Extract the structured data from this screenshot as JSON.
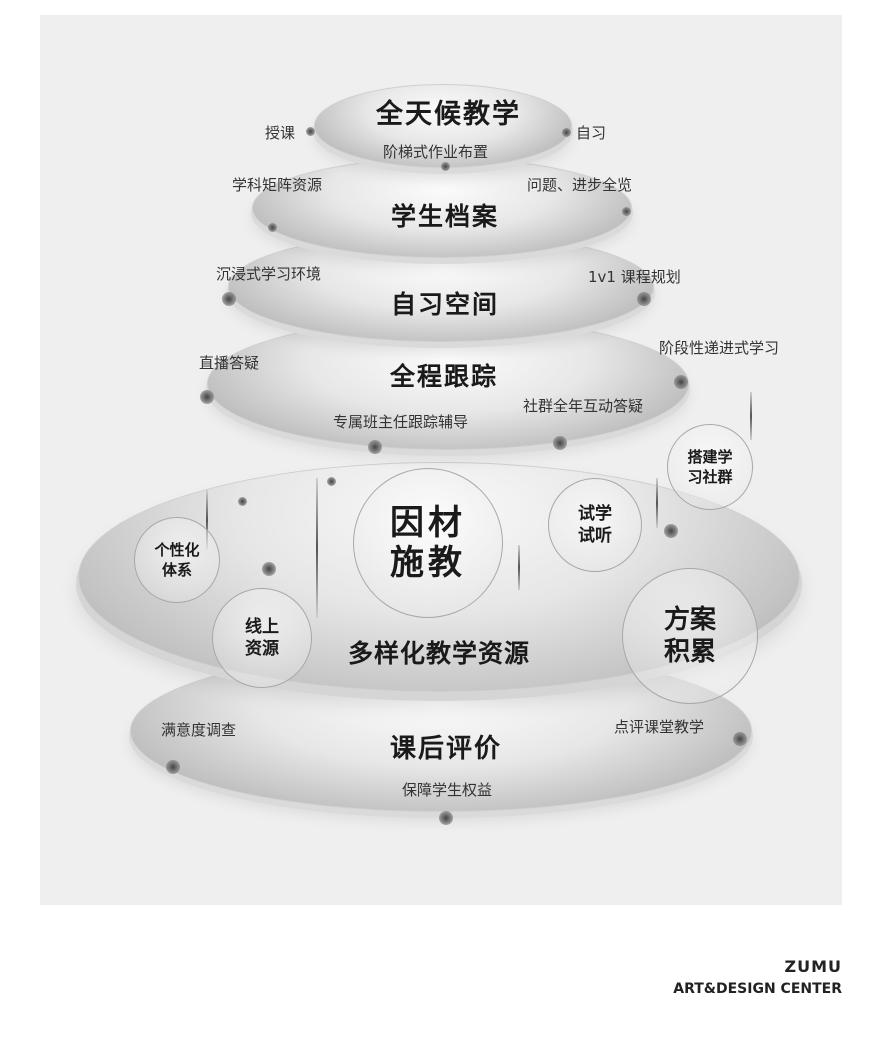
{
  "layers": {
    "l1": {
      "title": "全天候教学",
      "left": "授课",
      "right": "自习",
      "bottom": "阶梯式作业布置"
    },
    "l2": {
      "title": "学生档案",
      "left": "学科矩阵资源",
      "right": "问题、进步全览"
    },
    "l3": {
      "title": "自习空间",
      "left": "沉浸式学习环境",
      "right": "1v1 课程规划"
    },
    "l4": {
      "title": "全程跟踪",
      "left": "直播答疑",
      "right": "阶段性递进式学习",
      "bottom_left": "专属班主任跟踪辅导",
      "bottom_right": "社群全年互动答疑"
    },
    "l5": {
      "title": "多样化教学资源",
      "center_circle": "因材施教",
      "circles": {
        "personal_system": "个性化体系",
        "online_resources": "线上资源",
        "trial": "试学试听",
        "plan_accumulation": "方案积累",
        "community": "搭建学习社群"
      }
    },
    "l6": {
      "title": "课后评价",
      "left": "满意度调查",
      "right": "点评课堂教学",
      "bottom": "保障学生权益"
    }
  },
  "brand": {
    "line1": "ZUMU",
    "line2": "ART&DESIGN CENTER"
  }
}
